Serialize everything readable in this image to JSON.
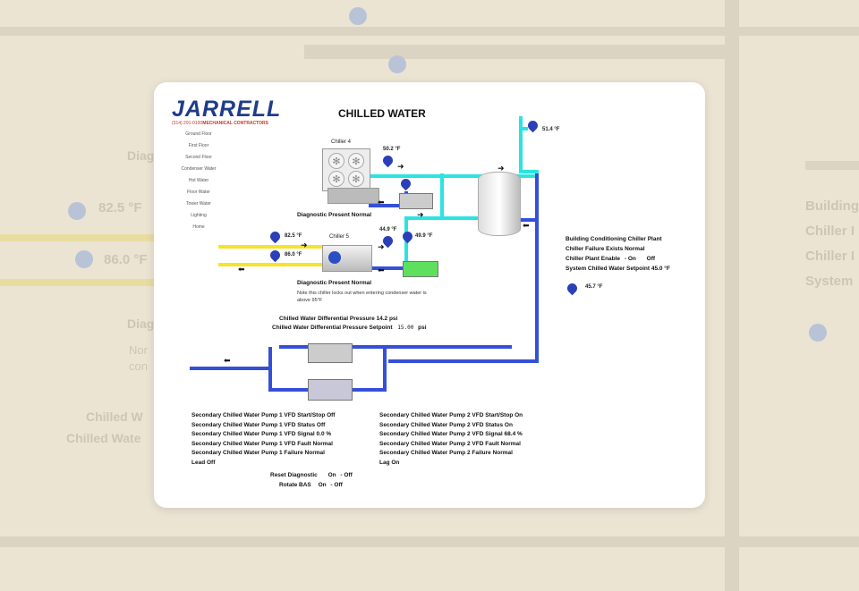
{
  "background": {
    "temps": [
      "82.5 °F",
      "86.0 °F"
    ],
    "labels": [
      "Building",
      "Chiller I",
      "Chiller I",
      "System",
      "Chilled W",
      "Chilled Wate",
      "Diagn",
      "Diag",
      "Nor",
      "con"
    ]
  },
  "logo": {
    "name": "JARRELL",
    "subtitle": "MECHANICAL CONTRACTORS",
    "phone": "(314) 291-0100"
  },
  "nav": [
    "Ground Floor",
    "First Floor",
    "Second Floor",
    "Condenser Water",
    "Hot Water",
    "Floor Water",
    "Tower Water",
    "Lighting",
    "Home"
  ],
  "title": "CHILLED WATER",
  "chiller4": {
    "label": "Chiller 4",
    "diagnostic": "Diagnostic Present  Normal"
  },
  "chiller5": {
    "label": "Chiller 5",
    "diagnostic": "Diagnostic Present  Normal",
    "note": "Note this chiller locks out when entering condenser water is above 95°F"
  },
  "temps": {
    "t502": "50.2 °F",
    "t514": "51.4 °F",
    "t449": "44.9 °F",
    "t499": "49.9 °F",
    "t825": "82.5 °F",
    "t860": "86.0 °F",
    "t457": "45.7 °F"
  },
  "plant": {
    "title": "Building Conditioning Chiller Plant",
    "failure": "Chiller Failure Exists  Normal",
    "enable_label": "Chiller Plant Enable",
    "enable_on": "-  On",
    "enable_off": "Off",
    "setpoint": "System Chilled Water Setpoint  45.0 °F"
  },
  "dp": {
    "pressure": "Chilled Water Differential Pressure  14.2 psi",
    "setpoint_label": "Chilled Water Differential Pressure Setpoint",
    "setpoint_value": "15.00",
    "setpoint_unit": "psi"
  },
  "pump1": [
    "Secondary Chilled Water Pump 1 VFD Start/Stop  Off",
    "Secondary Chilled Water Pump 1 VFD Status  Off",
    "Secondary Chilled Water Pump 1 VFD Signal  0.0 %",
    "Secondary Chilled Water Pump 1 VFD Fault  Normal",
    "Secondary Chilled Water Pump 1 Failure  Normal",
    "Lead  Off"
  ],
  "pump2": [
    "Secondary Chilled Water Pump 2 VFD Start/Stop  On",
    "Secondary Chilled Water Pump 2 VFD Status  On",
    "Secondary Chilled Water Pump 2 VFD Signal  68.4 %",
    "Secondary Chilled Water Pump 2 VFD Fault  Normal",
    "Secondary Chilled Water Pump 2 Failure  Normal",
    "Lag  On"
  ],
  "commands": {
    "reset_label": "Reset Diagnostic",
    "reset_on": "On",
    "reset_off": "-  Off",
    "rotate_label": "Rotate BAS",
    "rotate_on": "On",
    "rotate_off": "-  Off"
  },
  "colors": {
    "chilled_supply": "#2be4e0",
    "chilled_return": "#3550d8",
    "condenser": "#f6e32a",
    "brand": "#1f3c8a"
  }
}
